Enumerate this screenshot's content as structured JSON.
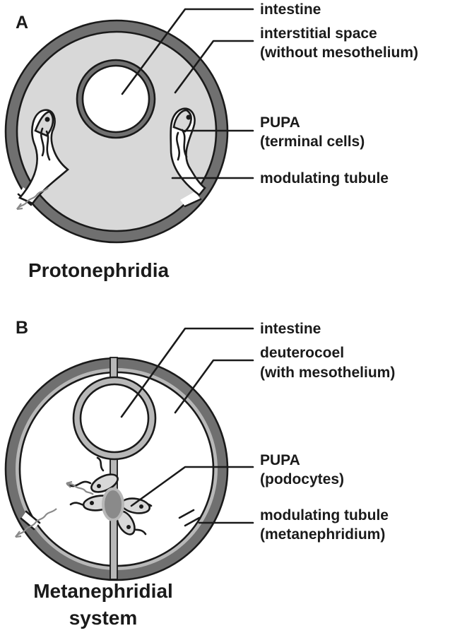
{
  "panel_a": {
    "letter": "A",
    "caption": "Protonephridia",
    "labels": {
      "intestine": "intestine",
      "space_1": "interstitial space",
      "space_2": "(without mesothelium)",
      "pupa_1": "PUPA",
      "pupa_2": "(terminal cells)",
      "tubule": "modulating tubule"
    }
  },
  "panel_b": {
    "letter": "B",
    "caption_1": "Metanephridial",
    "caption_2": "system",
    "labels": {
      "intestine": "intestine",
      "coel_1": "deuterocoel",
      "coel_2": "(with mesothelium)",
      "pupa_1": "PUPA",
      "pupa_2": "(podocytes)",
      "tubule_1": "modulating tubule",
      "tubule_2": "(metanephridium)"
    }
  },
  "colors": {
    "body_wall": "#707070",
    "interstitial": "#d8d8d8",
    "mesothelium": "#b8b8b8",
    "line": "#1a1a1a",
    "arrow": "#8a8a8a"
  }
}
